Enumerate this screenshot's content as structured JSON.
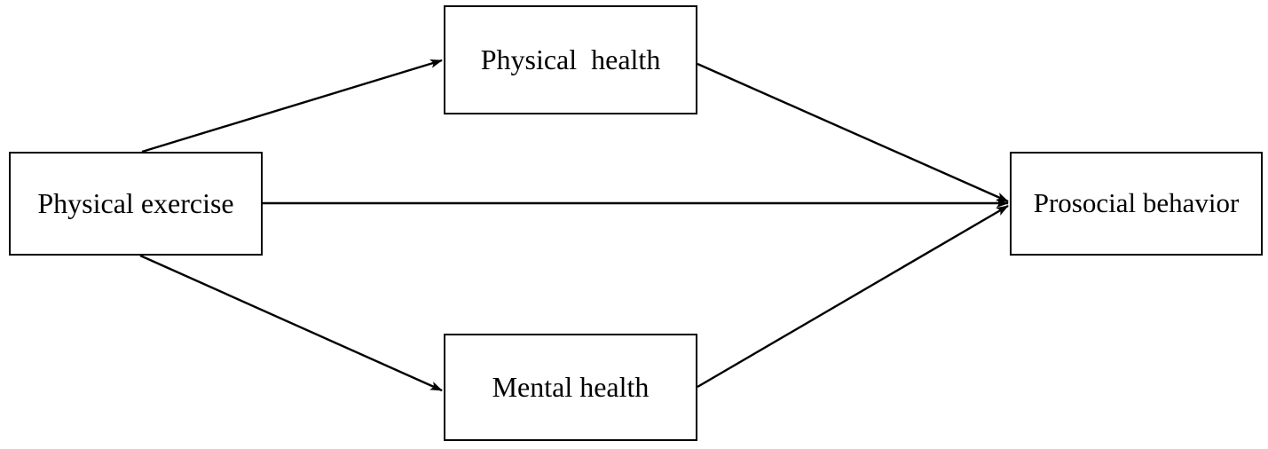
{
  "diagram": {
    "type": "mediation-model",
    "nodes": [
      {
        "id": "physical-exercise",
        "label": "Physical exercise"
      },
      {
        "id": "physical-health",
        "label": "Physical  health"
      },
      {
        "id": "mental-health",
        "label": "Mental health"
      },
      {
        "id": "prosocial-behavior",
        "label": "Prosocial behavior"
      }
    ],
    "edges": [
      {
        "id": "exercise-to-physical-health",
        "from": "physical-exercise",
        "to": "physical-health",
        "arrow": "end"
      },
      {
        "id": "exercise-to-mental-health",
        "from": "physical-exercise",
        "to": "mental-health",
        "arrow": "end"
      },
      {
        "id": "exercise-to-prosocial",
        "from": "physical-exercise",
        "to": "prosocial-behavior",
        "arrow": "end"
      },
      {
        "id": "physical-health-to-prosocial",
        "from": "physical-health",
        "to": "prosocial-behavior",
        "arrow": "end"
      },
      {
        "id": "mental-health-to-prosocial",
        "from": "mental-health",
        "to": "prosocial-behavior",
        "arrow": "end"
      }
    ],
    "colors": {
      "stroke": "#000000",
      "background": "#ffffff",
      "text": "#000000"
    }
  }
}
